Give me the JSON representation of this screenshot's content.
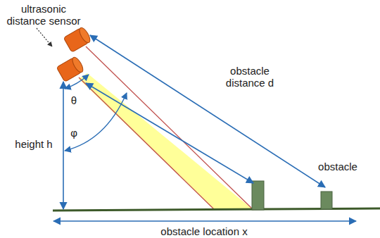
{
  "diagram": {
    "labels": [
      "ultrasonic distance sensor",
      "obstacle distance d",
      "θ",
      "height h",
      "φ",
      "obstacle",
      "obstacle location x"
    ]
  }
}
